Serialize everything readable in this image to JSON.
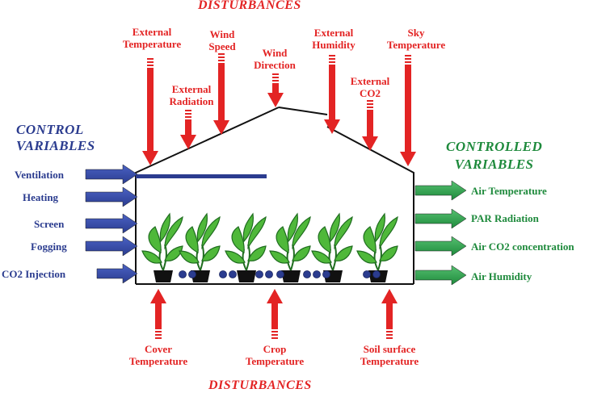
{
  "disturbances_top": "DISTURBANCES",
  "disturbances_bottom": "DISTURBANCES",
  "control_title": [
    "CONTROL",
    "VARIABLES"
  ],
  "controlled_title": [
    "CONTROLLED",
    "VARIABLES"
  ],
  "top_inputs": [
    {
      "lines": [
        "External",
        "Temperature"
      ]
    },
    {
      "lines": [
        "External",
        "Radiation"
      ]
    },
    {
      "lines": [
        "Wind",
        "Speed"
      ]
    },
    {
      "lines": [
        "Wind",
        "Direction"
      ]
    },
    {
      "lines": [
        "External",
        "Humidity"
      ]
    },
    {
      "lines": [
        "External",
        "CO2"
      ]
    },
    {
      "lines": [
        "Sky",
        "Temperature"
      ]
    }
  ],
  "control_inputs": [
    "Ventilation",
    "Heating",
    "Screen",
    "Fogging",
    "CO2 Injection"
  ],
  "controlled_outputs": [
    "Air Temperature",
    "PAR Radiation",
    "Air CO2 concentration",
    "Air Humidity"
  ],
  "bottom_inputs": [
    {
      "lines": [
        "Cover",
        "Temperature"
      ]
    },
    {
      "lines": [
        "Crop",
        "Temperature"
      ]
    },
    {
      "lines": [
        "Soil surface",
        "Temperature"
      ]
    }
  ],
  "colors": {
    "disturbance": "#e32424",
    "control": "#2b3c8f",
    "controlled": "#1e8a3c",
    "plant": "#4fb83a",
    "pot": "#111111",
    "pebble": "#2b3c8f"
  }
}
